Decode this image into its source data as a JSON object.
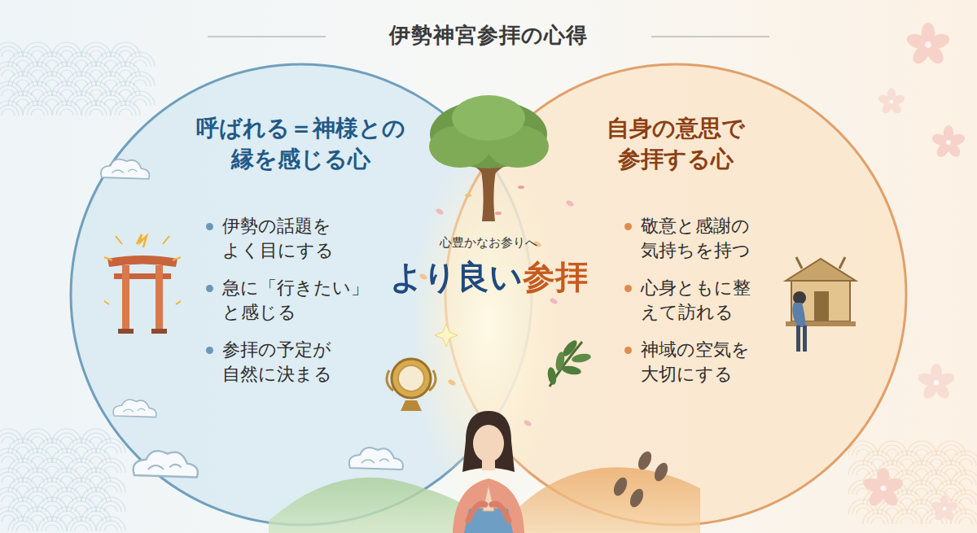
{
  "diagram": {
    "title": "伊勢神宮参拝の心得",
    "nodes": [
      {
        "text": [
          "呼ばれる＝神様との縁を感じる心",
          "伊勢の話題をよく目にする",
          "急に「行きたい」と感じる",
          "参拝の予定が自然に決まる"
        ]
      },
      {
        "text": [
          "心豊かなお参りへ",
          "より良い参拝"
        ]
      },
      {
        "text": [
          "自身の意思で参拝する心",
          "敬意と感謝の気持ちを持つ",
          "心身ともに整えて訪れる",
          "神域の空気を大切にする"
        ]
      }
    ]
  }
}
